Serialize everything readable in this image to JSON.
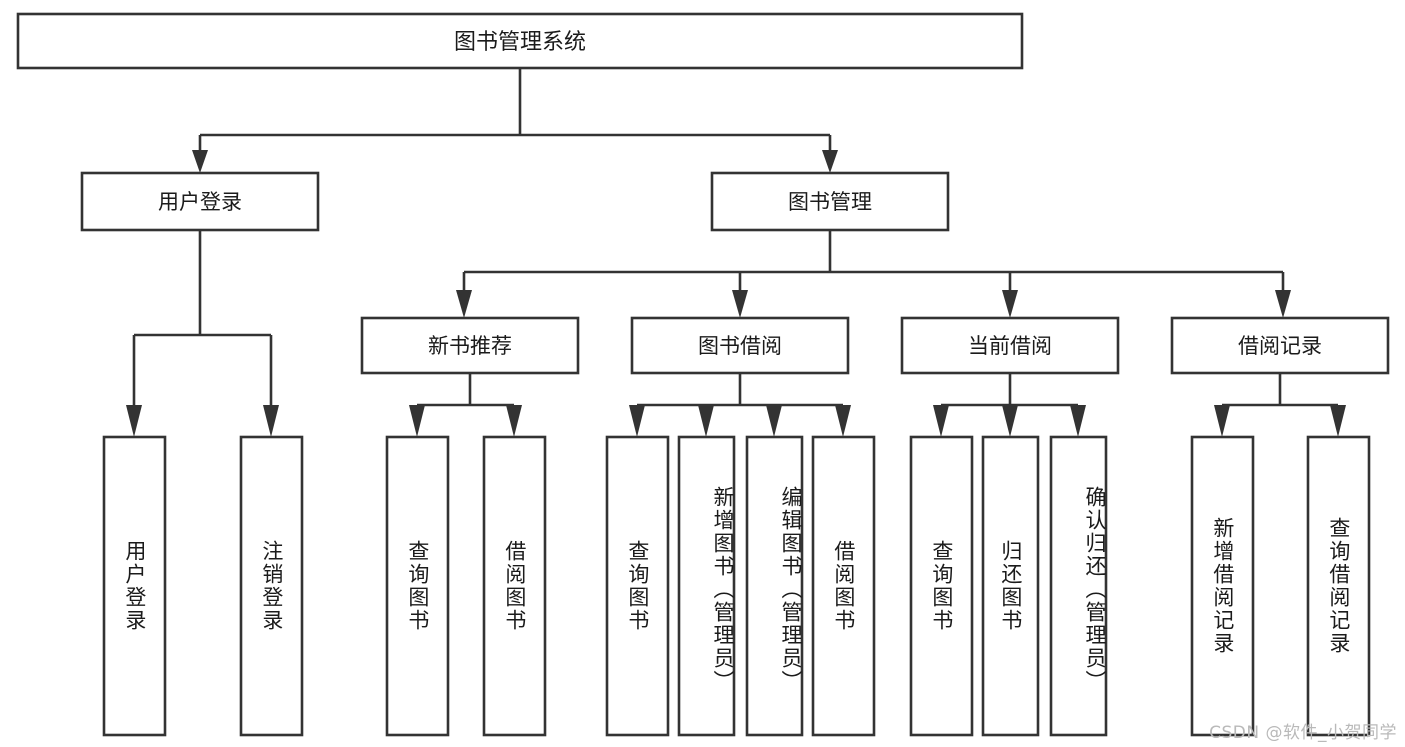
{
  "diagram": {
    "title": "图书管理系统",
    "type": "tree",
    "watermark": "CSDN @软件_小贺同学",
    "colors": {
      "stroke": "#333333",
      "fill": "#ffffff",
      "text": "#1b1b1b",
      "watermark": "#b9b9b9"
    },
    "levels": {
      "root": {
        "label": "图书管理系统"
      },
      "level2": [
        {
          "label": "用户登录"
        },
        {
          "label": "图书管理"
        }
      ],
      "level3": [
        {
          "label": "新书推荐"
        },
        {
          "label": "图书借阅"
        },
        {
          "label": "当前借阅"
        },
        {
          "label": "借阅记录"
        }
      ]
    },
    "leaves": {
      "user_login": [
        {
          "label": "用户登录"
        },
        {
          "label": "注销登录"
        }
      ],
      "new_book_recommend": [
        {
          "label": "查询图书"
        },
        {
          "label": "借阅图书"
        }
      ],
      "book_borrow": [
        {
          "label": "查询图书"
        },
        {
          "label": "新增图书（管理员）"
        },
        {
          "label": "编辑图书（管理员）"
        },
        {
          "label": "借阅图书"
        }
      ],
      "current_borrow": [
        {
          "label": "查询图书"
        },
        {
          "label": "归还图书"
        },
        {
          "label": "确认归还（管理员）"
        }
      ],
      "borrow_record": [
        {
          "label": "新增借阅记录"
        },
        {
          "label": "查询借阅记录"
        }
      ]
    }
  }
}
